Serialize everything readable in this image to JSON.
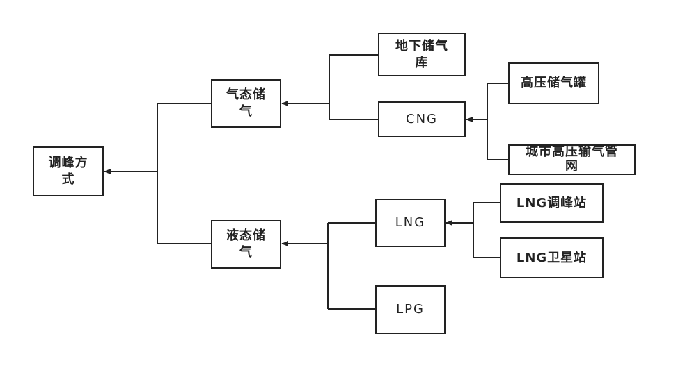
{
  "nodes": {
    "root": "调峰方式",
    "gas": "气态储气",
    "liquid": "液态储气",
    "underground": "地下储气库",
    "cng": "CNG",
    "hp_tank": "高压储气罐",
    "city_pipe": "城市高压输气管网",
    "lng": "LNG",
    "lpg": "LPG",
    "lng_peak": "LNG调峰站",
    "lng_satellite": "LNG卫星站"
  },
  "colors": {
    "line": "#222222",
    "border": "#222222"
  }
}
